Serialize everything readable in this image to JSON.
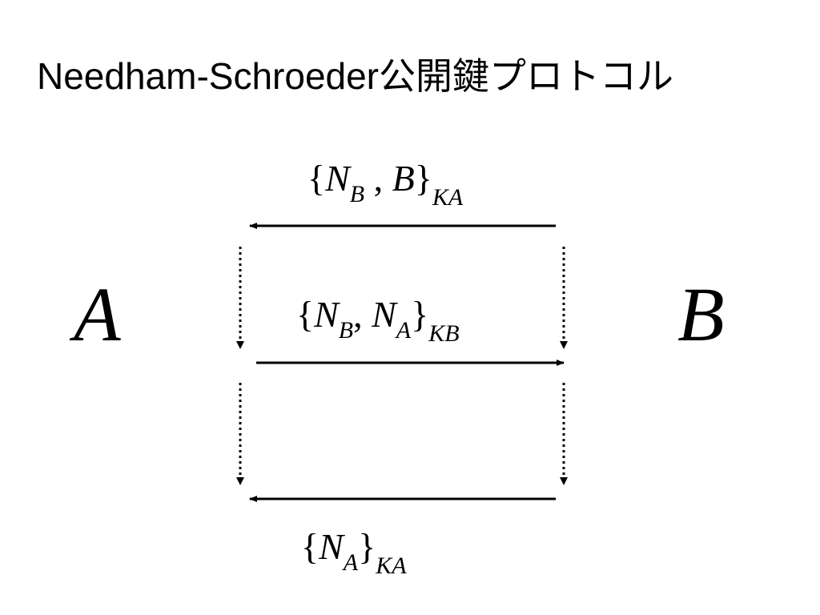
{
  "title": "Needham-Schroeder公開鍵プロトコル",
  "parties": {
    "a": "A",
    "b": "B"
  },
  "messages": [
    {
      "open": "{",
      "n1": "N",
      "n1_sub": "B",
      "sep": " , ",
      "n2": "B",
      "n2_sub": "",
      "close": "}",
      "key": "KA",
      "direction": "B-to-A"
    },
    {
      "open": "{",
      "n1": "N",
      "n1_sub": "B",
      "sep": ", ",
      "n2": "N",
      "n2_sub": "A",
      "close": "}",
      "key": "KB",
      "direction": "A-to-B"
    },
    {
      "open": "{",
      "n1": "N",
      "n1_sub": "A",
      "sep": "",
      "n2": "",
      "n2_sub": "",
      "close": "}",
      "key": "KA",
      "direction": "B-to-A"
    }
  ],
  "colors": {
    "ink": "#000000"
  }
}
